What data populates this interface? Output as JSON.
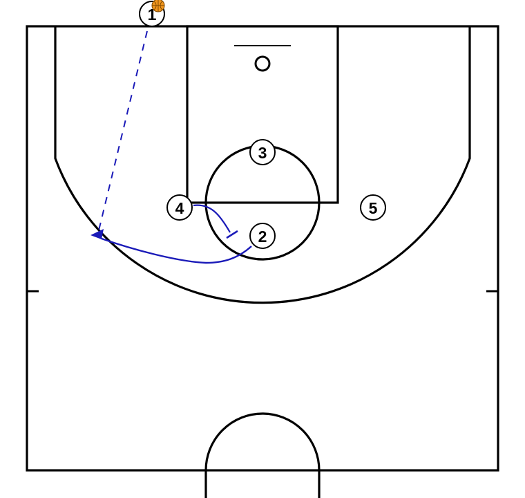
{
  "colors": {
    "court_line": "#000000",
    "background": "#ffffff",
    "action": "#1a1ab8",
    "ball": "#f0951c"
  },
  "players": [
    {
      "id": "p1",
      "label": "1",
      "has_ball": true
    },
    {
      "id": "p2",
      "label": "2",
      "has_ball": false
    },
    {
      "id": "p3",
      "label": "3",
      "has_ball": false
    },
    {
      "id": "p4",
      "label": "4",
      "has_ball": false
    },
    {
      "id": "p5",
      "label": "5",
      "has_ball": false
    }
  ],
  "actions": [
    {
      "id": "pass-1-to-cut",
      "type": "pass",
      "from": "1",
      "style": "dashed"
    },
    {
      "id": "screen-4-on-2",
      "type": "screen",
      "from": "4",
      "style": "solid"
    },
    {
      "id": "cut-2",
      "type": "cut",
      "from": "2",
      "style": "solid"
    }
  ]
}
